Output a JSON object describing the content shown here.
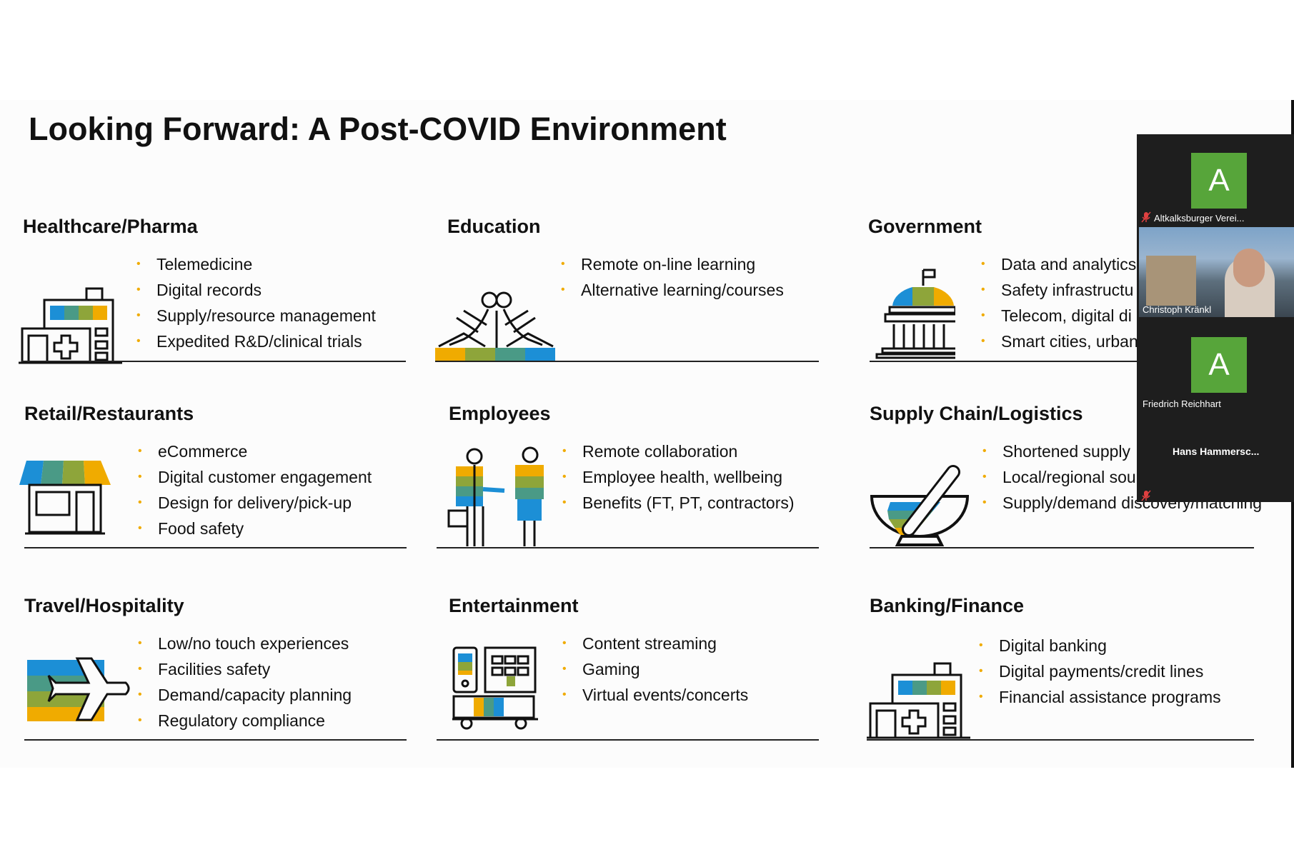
{
  "slide": {
    "title": "Looking Forward: A Post-COVID Environment",
    "sections": [
      {
        "title": "Healthcare/Pharma",
        "bullets": [
          "Telemedicine",
          "Digital records",
          "Supply/resource management",
          "Expedited R&D/clinical trials"
        ]
      },
      {
        "title": "Education",
        "bullets": [
          "Remote on-line learning",
          "Alternative learning/courses"
        ]
      },
      {
        "title": "Government",
        "bullets": [
          "Data and analytics",
          "Safety infrastructu",
          "Telecom, digital di",
          "Smart cities, urban"
        ]
      },
      {
        "title": "Retail/Restaurants",
        "bullets": [
          "eCommerce",
          "Digital customer engagement",
          "Design for delivery/pick-up",
          "Food safety"
        ]
      },
      {
        "title": "Employees",
        "bullets": [
          "Remote collaboration",
          "Employee health, wellbeing",
          "Benefits (FT, PT, contractors)"
        ]
      },
      {
        "title": "Supply Chain/Logistics",
        "bullets": [
          "Shortened supply",
          "Local/regional sou",
          "Supply/demand discovery/matching"
        ]
      },
      {
        "title": "Travel/Hospitality",
        "bullets": [
          "Low/no touch experiences",
          "Facilities safety",
          "Demand/capacity planning",
          "Regulatory compliance"
        ]
      },
      {
        "title": "Entertainment",
        "bullets": [
          "Content streaming",
          "Gaming",
          "Virtual events/concerts"
        ]
      },
      {
        "title": "Banking/Finance",
        "bullets": [
          "Digital banking",
          "Digital payments/credit lines",
          "Financial assistance programs"
        ]
      }
    ]
  },
  "participants": [
    {
      "initial": "A",
      "name": "Altkalksburger Verei...",
      "muted": true
    },
    {
      "name": "Christoph Kränkl",
      "video": true
    },
    {
      "initial": "A",
      "name": "Friedrich Reichhart"
    },
    {
      "name": "Hans  Hammersc..."
    }
  ],
  "colors": {
    "accent": "#f0ab00",
    "blue": "#1c8fd6",
    "teal": "#4a9a86",
    "olive": "#8ea53a",
    "avatar": "#57a53a"
  }
}
